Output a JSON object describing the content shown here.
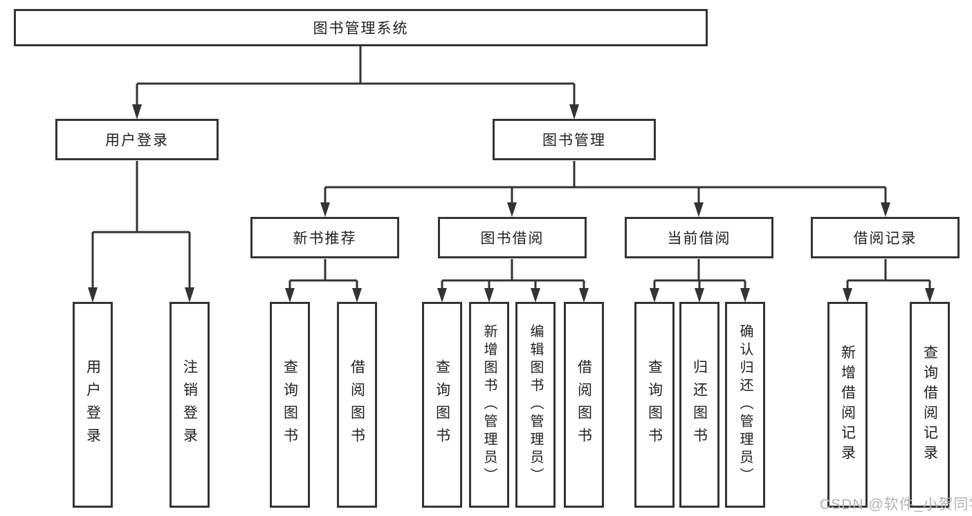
{
  "diagram": {
    "root": {
      "label": "图书管理系统"
    },
    "branches": [
      {
        "label": "用户登录",
        "children": [
          {
            "label": "用户登录"
          },
          {
            "label": "注销登录"
          }
        ]
      },
      {
        "label": "图书管理",
        "children": [
          {
            "label": "新书推荐",
            "children": [
              {
                "label": "查询图书"
              },
              {
                "label": "借阅图书"
              }
            ]
          },
          {
            "label": "图书借阅",
            "children": [
              {
                "label": "查询图书"
              },
              {
                "label": "新增图书（管理员）"
              },
              {
                "label": "编辑图书（管理员）"
              },
              {
                "label": "借阅图书"
              }
            ]
          },
          {
            "label": "当前借阅",
            "children": [
              {
                "label": "查询图书"
              },
              {
                "label": "归还图书"
              },
              {
                "label": "确认归还（管理员）"
              }
            ]
          },
          {
            "label": "借阅记录",
            "children": [
              {
                "label": "新增借阅记录"
              },
              {
                "label": "查询借阅记录"
              }
            ]
          }
        ]
      }
    ]
  },
  "watermark": {
    "text": "CSDN @软件_小贺同学"
  },
  "colors": {
    "line": "#333333",
    "border": "#333333",
    "background": "#ffffff",
    "text": "#1f1f1f",
    "watermark": "#b3b3b3"
  }
}
